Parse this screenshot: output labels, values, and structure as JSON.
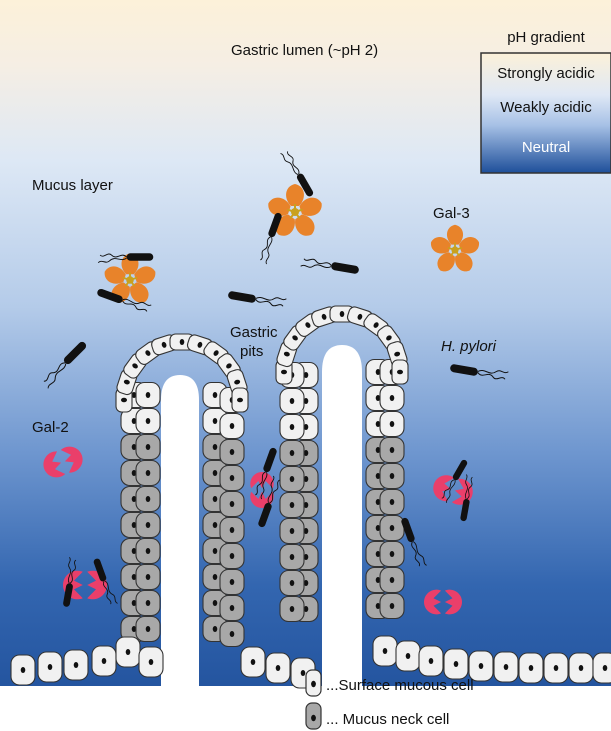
{
  "labels": {
    "lumen": "Gastric lumen (~pH 2)",
    "mucus": "Mucus layer",
    "gal3": "Gal-3",
    "gal2": "Gal-2",
    "pits": "Gastric\npits",
    "hpylori": "H. pylori"
  },
  "legend": {
    "title": "pH gradient",
    "items": [
      "Strongly acidic",
      "Weakly acidic",
      "Neutral"
    ]
  },
  "key": {
    "surface": "...Surface mucous cell",
    "neck": "... Mucus neck cell"
  },
  "colors": {
    "lumen_top": "#fbf0d8",
    "mid": "#d6e3f4",
    "deep": "#1f4f9a",
    "gal2": "#ea3f6a",
    "gal3": "#e8832a",
    "gal3_core": "#c9a11e",
    "surface_cell": "#f1f1f1",
    "neck_cell": "#a8a8a8"
  }
}
